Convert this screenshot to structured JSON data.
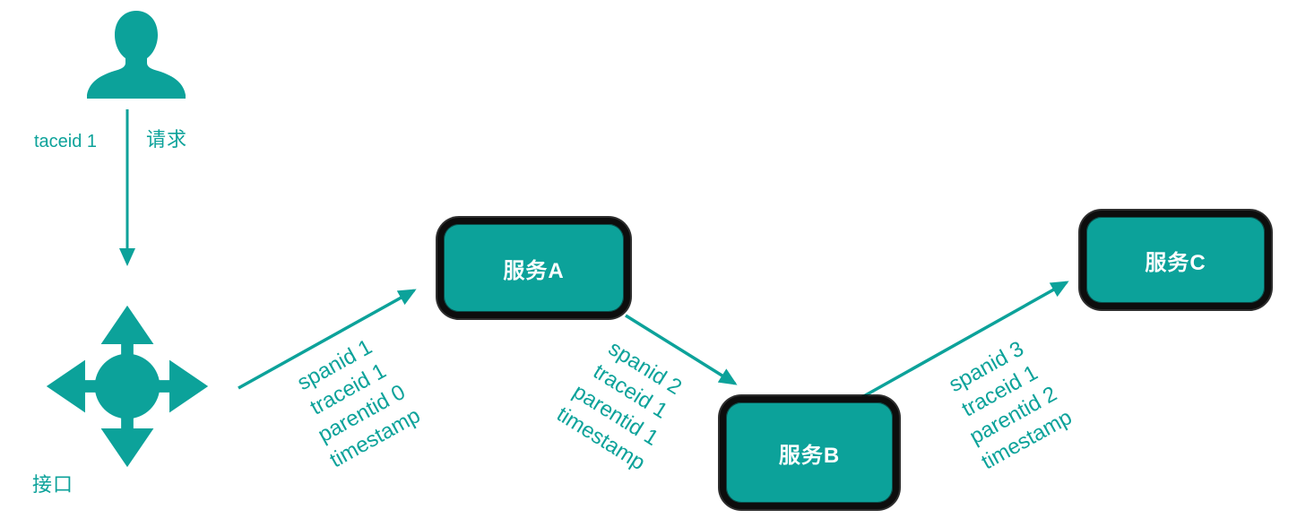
{
  "colors": {
    "teal": "#0ca29a",
    "box_border": "#0d0d0d",
    "box_text": "#ffffff"
  },
  "request_flow": {
    "trace_label": "taceid 1",
    "request_label": "请求"
  },
  "interface_node": {
    "label": "接口"
  },
  "services": [
    {
      "id": "A",
      "label": "服务A"
    },
    {
      "id": "B",
      "label": "服务B"
    },
    {
      "id": "C",
      "label": "服务C"
    }
  ],
  "spans": [
    {
      "lines": [
        "spanid 1",
        "traceid 1",
        "parentid 0",
        "timestamp"
      ]
    },
    {
      "lines": [
        "spanid 2",
        "traceid 1",
        "parentid 1",
        "timestamp"
      ]
    },
    {
      "lines": [
        "spanid 3",
        "traceid 1",
        "parentid 2",
        "timestamp"
      ]
    }
  ]
}
